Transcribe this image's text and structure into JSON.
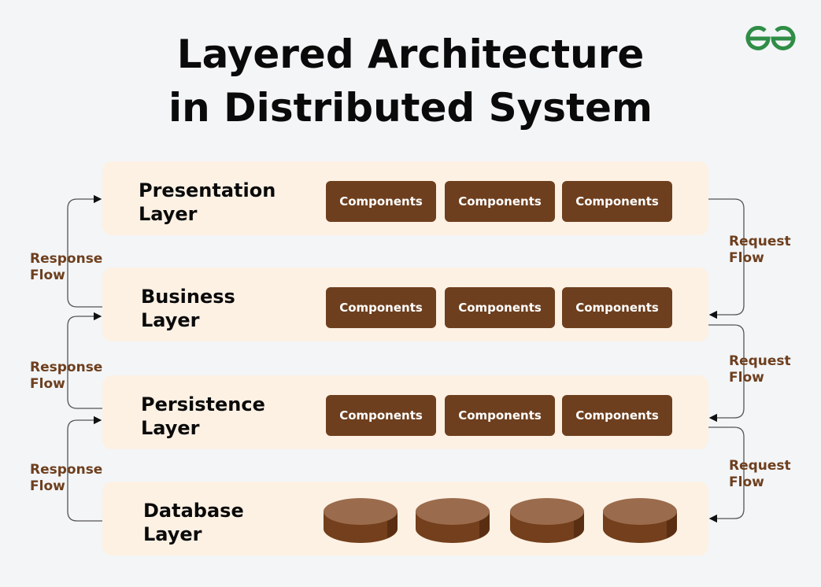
{
  "title": [
    "Layered Architecture",
    "in Distributed System"
  ],
  "logo": "GfG",
  "layers": [
    {
      "name": [
        "Presentation",
        "Layer"
      ],
      "components": [
        "Components",
        "Components",
        "Components"
      ]
    },
    {
      "name": [
        "Business",
        "Layer"
      ],
      "components": [
        "Components",
        "Components",
        "Components"
      ]
    },
    {
      "name": [
        "Persistence",
        "Layer"
      ],
      "components": [
        "Components",
        "Components",
        "Components"
      ]
    },
    {
      "name": [
        "Database",
        "Layer"
      ],
      "databases": 4
    }
  ],
  "response_flow": [
    "Response",
    "Flow"
  ],
  "request_flow": [
    "Request",
    "Flow"
  ],
  "colors": {
    "band": "#fdf1e4",
    "component": "#6e3f1e",
    "accent": "#2f8d46"
  }
}
